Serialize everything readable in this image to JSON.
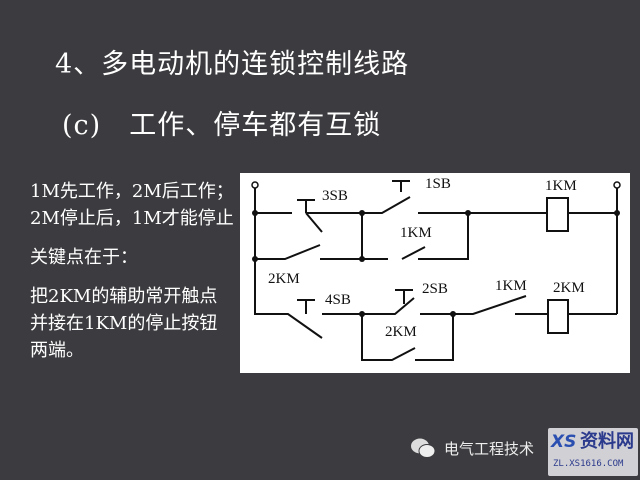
{
  "slide": {
    "title": "4、多电动机的连锁控制线路",
    "subtitle_label": "(c)",
    "subtitle_text": "工作、停车都有互锁"
  },
  "notes": [
    "1M先工作，2M后工作；2M停止后，1M才能停止",
    "关键点在于：",
    "把2KM的辅助常开触点并接在1KM的停止按钮两端。"
  ],
  "diagram": {
    "labels": {
      "sb3": "3SB",
      "sb1": "1SB",
      "km1_coil": "1KM",
      "km1_hold": "1KM",
      "km2_contact": "2KM",
      "sb4": "4SB",
      "sb2": "2SB",
      "km1_contact": "1KM",
      "km2_coil": "2KM",
      "km2_hold": "2KM"
    }
  },
  "footer": {
    "icon": "wechat-icon",
    "source": "电气工程技术",
    "logo_text": "资料网",
    "logo_mark": "XS",
    "logo_url": "ZL.XS1616.COM"
  }
}
